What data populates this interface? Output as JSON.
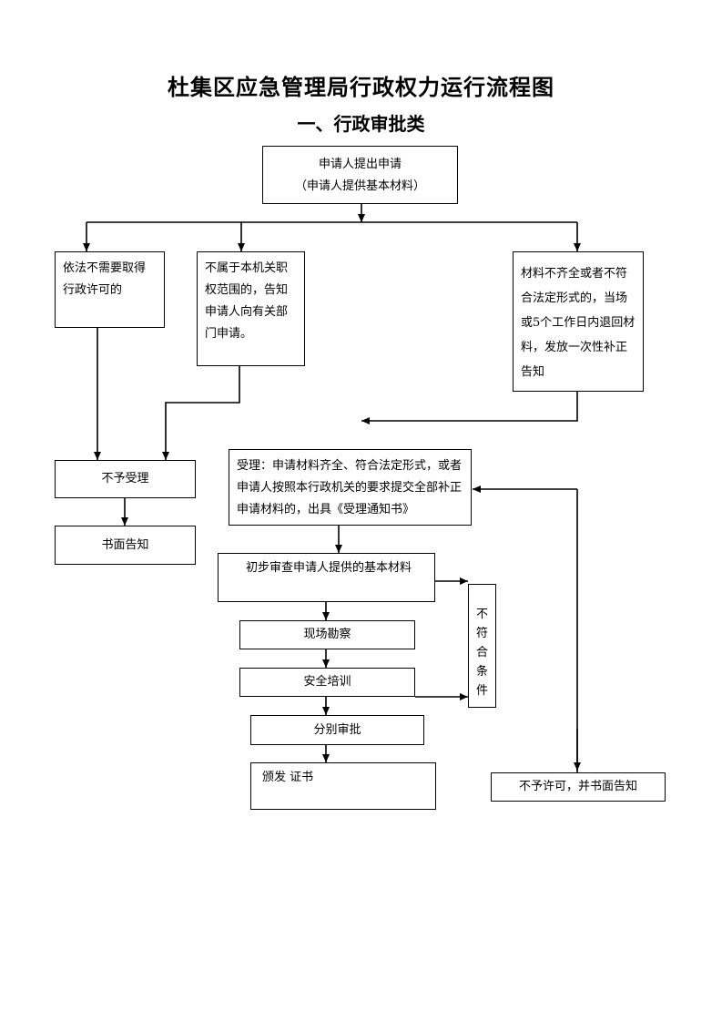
{
  "title": "杜集区应急管理局行政权力运行流程图",
  "subtitle": "一、行政审批类",
  "nodes": {
    "apply": "申请人提出申请\n（申请人提供基本材料）",
    "no_permit_needed": "依法不需要取得行政许可的",
    "out_of_scope": "不属于本机关职权范围的，告知申请人向有关部门申请。",
    "incomplete": "材料不齐全或者不符合法定形式的，当场或5个工作日内退回材料，发放一次性补正告知",
    "not_accepted": "不予受理",
    "written_notice": "书面告知",
    "accept": "受理：申请材料齐全、符合法定形式，或者申请人按照本行政机关的要求提交全部补正申请材料的，出具《受理通知书》",
    "prelim_review": "初步审查申请人提供的基本材料",
    "site_survey": "现场勘察",
    "safety_training": "安全培训",
    "review": "分别审批",
    "issue": "颁发  证书",
    "not_qualified": "不\n符\n合\n条\n件",
    "deny": "不予许可，并书面告知"
  }
}
